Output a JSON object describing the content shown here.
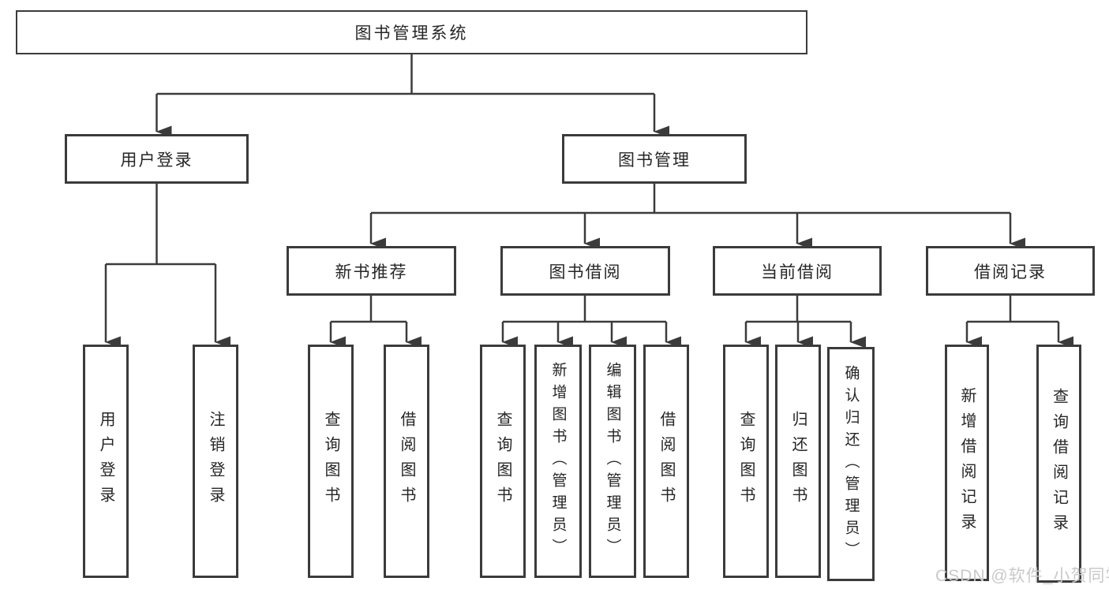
{
  "tree": {
    "root": "图书管理系统",
    "children": [
      {
        "label": "用户登录",
        "children": [
          "用户登录",
          "注销登录"
        ]
      },
      {
        "label": "图书管理",
        "children": [
          {
            "label": "新书推荐",
            "children": [
              "查询图书",
              "借阅图书"
            ]
          },
          {
            "label": "图书借阅",
            "children": [
              "查询图书",
              "新增图书（管理员）",
              "编辑图书（管理员）",
              "借阅图书"
            ]
          },
          {
            "label": "当前借阅",
            "children": [
              "查询图书",
              "归还图书",
              "确认归还（管理员）"
            ]
          },
          {
            "label": "借阅记录",
            "children": [
              "新增借阅记录",
              "查询借阅记录"
            ]
          }
        ]
      }
    ]
  },
  "watermark": {
    "text": "CSDN @软件_小贺同学"
  },
  "colors": {
    "line": "#3b3b3b",
    "box_border": "#3b3b3b",
    "text": "#262626",
    "watermark_text": "#c9c9c9",
    "background": "#ffffff"
  }
}
